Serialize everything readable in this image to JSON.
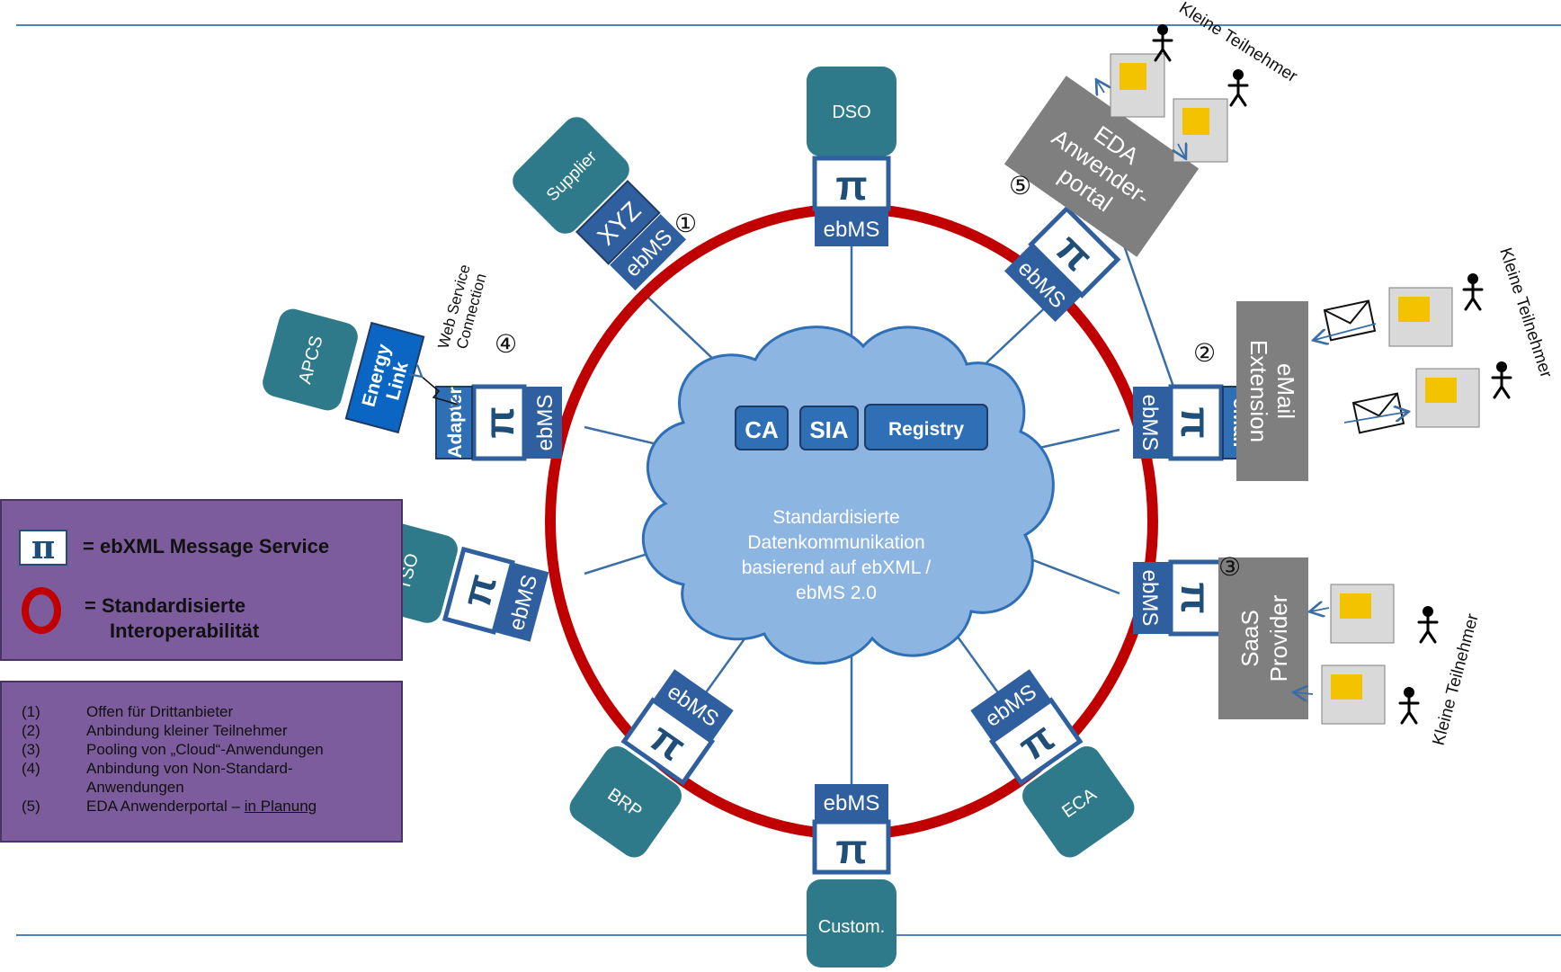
{
  "center": {
    "badges": [
      "CA",
      "SIA",
      "Registry"
    ],
    "lines": [
      "Standardisierte",
      "Datenkommunikation",
      "basierend auf ebXML /",
      "ebMS 2.0"
    ]
  },
  "ebms_label": "ebMS",
  "pi_symbol": "π",
  "nodes": {
    "dso": "DSO",
    "supplier": "Supplier",
    "apcs": "APCS",
    "tso": "TSO",
    "brp": "BRP",
    "custom": "Custom.",
    "eca": "ECA"
  },
  "xyz_label": "XYZ",
  "energy_link": [
    "Energy",
    "Link"
  ],
  "adapter_label": "Adapter",
  "email_label": "eMail",
  "web_service": [
    "Web Service",
    "Connection"
  ],
  "gray_boxes": {
    "eda": [
      "EDA",
      "Anwender-",
      "portal"
    ],
    "email_ext": [
      "eMail",
      "Extension"
    ],
    "saas": [
      "SaaS",
      "Provider"
    ]
  },
  "small_participants": "Kleine Teilnehmer",
  "markers": [
    "①",
    "②",
    "③",
    "④",
    "⑤"
  ],
  "legend": {
    "ebxml": "= ebXML Message Service",
    "interop_line1": "= Standardisierte",
    "interop_line2": "Interoperabilität"
  },
  "notes": [
    {
      "num": "(1)",
      "text": "Offen für Drittanbieter",
      "underline": ""
    },
    {
      "num": "(2)",
      "text": "Anbindung kleiner Teilnehmer",
      "underline": ""
    },
    {
      "num": "(3)",
      "text": "Pooling von „Cloud“-Anwendungen",
      "underline": ""
    },
    {
      "num": "(4)",
      "text": "Anbindung von Non-Standard-",
      "underline": ""
    },
    {
      "num": "",
      "text": "Anwendungen",
      "underline": ""
    },
    {
      "num": "(5)",
      "text": "EDA Anwenderportal – ",
      "underline": "in Planung"
    }
  ],
  "colors": {
    "ring": "#c00000",
    "node": "#2e7a8a",
    "ebms": "#2f5f9e",
    "gray": "#7f7f7f",
    "cloud": "#8db5e2",
    "legend": "#7c5c9c",
    "line": "#3a6ea5"
  }
}
